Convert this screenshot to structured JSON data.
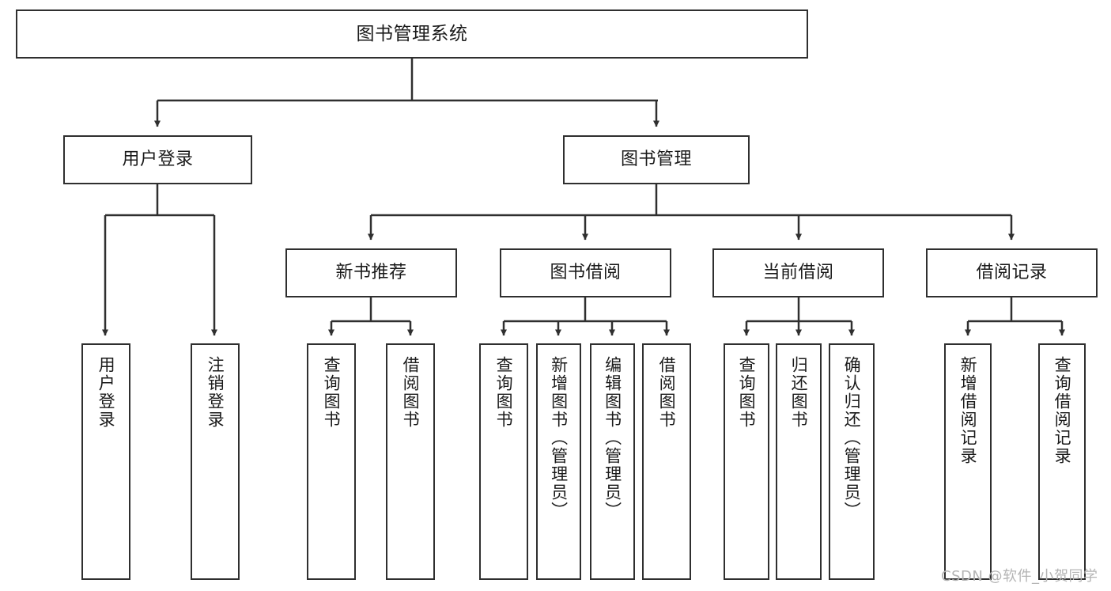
{
  "diagram": {
    "title": "图书管理系统",
    "type": "tree-hierarchy",
    "watermark": "CSDN @软件_小贺同学",
    "colors": {
      "stroke": "#2f2f2f",
      "fill": "#ffffff",
      "text": "#1a1a1a",
      "watermark": "#b4b4b4"
    },
    "nodes": {
      "root": {
        "label": "图书管理系统"
      },
      "level1": [
        {
          "label": "用户登录"
        },
        {
          "label": "图书管理"
        }
      ],
      "level2": [
        {
          "label": "新书推荐"
        },
        {
          "label": "图书借阅"
        },
        {
          "label": "当前借阅"
        },
        {
          "label": "借阅记录"
        }
      ],
      "leaves_user_login": [
        {
          "label": "用户登录"
        },
        {
          "label": "注销登录"
        }
      ],
      "leaves_new_book": [
        {
          "label": "查询图书"
        },
        {
          "label": "借阅图书"
        }
      ],
      "leaves_borrow": [
        {
          "label": "查询图书"
        },
        {
          "label": "新增图书（管理员）"
        },
        {
          "label": "编辑图书（管理员）"
        },
        {
          "label": "借阅图书"
        }
      ],
      "leaves_current": [
        {
          "label": "查询图书"
        },
        {
          "label": "归还图书"
        },
        {
          "label": "确认归还（管理员）"
        }
      ],
      "leaves_record": [
        {
          "label": "新增借阅记录"
        },
        {
          "label": "查询借阅记录"
        }
      ]
    }
  }
}
